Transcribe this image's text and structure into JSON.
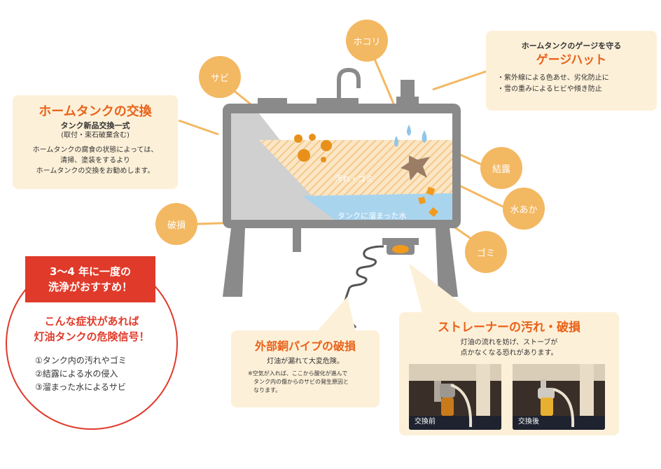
{
  "colors": {
    "accent": "#e8621a",
    "card": "#fdf0d8",
    "bubble": "#f3b862",
    "tank": "#8a8a8a",
    "water": "#a9d4ee",
    "rust": "#e8901a",
    "red": "#e03a2a"
  },
  "tank_labels": {
    "dirt": "汚れ・ゴミ",
    "water": "タンクに溜まった水"
  },
  "bubbles": {
    "rust": "サビ",
    "dust": "ホコリ",
    "condensation": "結露",
    "scale": "水あか",
    "trash": "ゴミ",
    "damage": "破損"
  },
  "replacement": {
    "title": "ホームタンクの交換",
    "subtitle": "タンク新品交換一式",
    "subnote": "(取付・束石破棄含む)",
    "lines": [
      "ホームタンクの腐食の状態によっては、",
      "清掃、塗装をするより",
      "ホームタンクの交換をお勧めします。"
    ]
  },
  "gauge": {
    "pre": "ホームタンクのゲージを守る",
    "title": "ゲージハット",
    "items": [
      "・紫外線による色あせ、劣化防止に",
      "・雪の重みによるヒビや傾き防止"
    ]
  },
  "cleaning": {
    "banner_line1": "3〜4 年に一度の",
    "banner_line2": "洗浄がおすすめ！",
    "heading_line1": "こんな症状があれば",
    "heading_line2": "灯油タンクの危険信号！",
    "items": [
      "①タンク内の汚れやゴミ",
      "②結露による水の侵入",
      "③溜まった水によるサビ"
    ]
  },
  "pipe": {
    "title": "外部銅パイプの破損",
    "text": "灯油が漏れて大変危険。",
    "notes": [
      "※空気が入れば、ここから酸化が進んで",
      "　タンク内の傷からのサビの発生原因と",
      "　なります。"
    ]
  },
  "strainer": {
    "title": "ストレーナーの汚れ・破損",
    "lines": [
      "灯油の流れを妨げ、ストーブが",
      "点かなくなる恐れがあります。"
    ],
    "before": "交換前",
    "after": "交換後"
  }
}
